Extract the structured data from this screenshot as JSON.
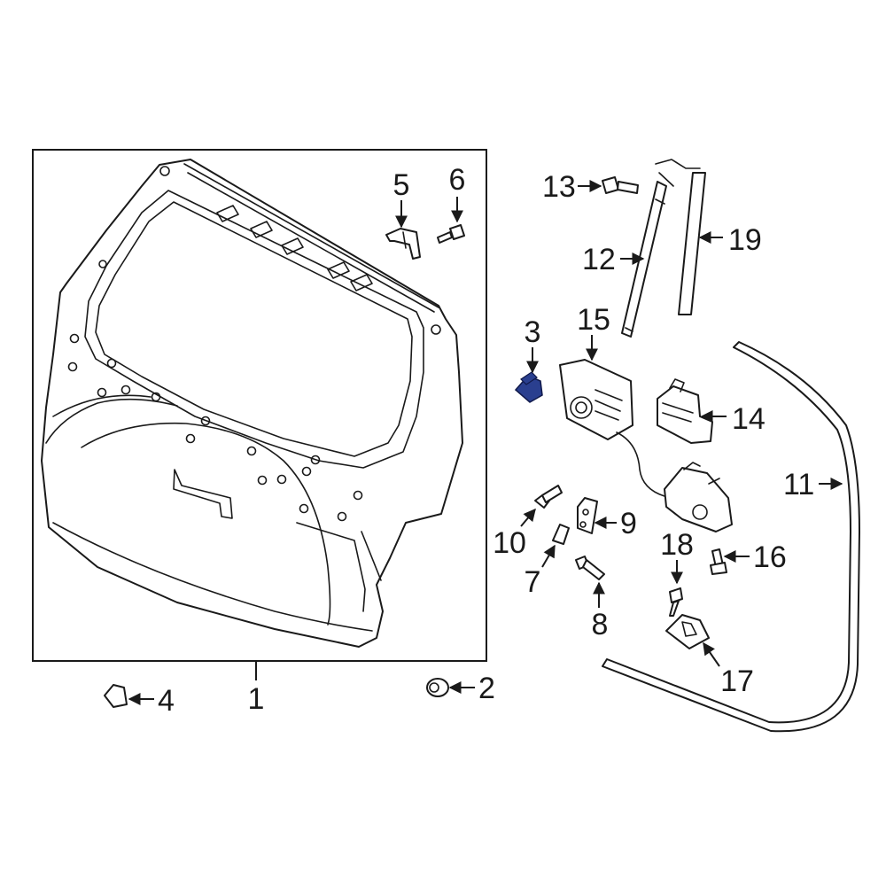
{
  "diagram": {
    "highlight_color": "#2a3f8f",
    "callouts": [
      {
        "id": "1",
        "label": "1"
      },
      {
        "id": "2",
        "label": "2"
      },
      {
        "id": "3",
        "label": "3"
      },
      {
        "id": "4",
        "label": "4"
      },
      {
        "id": "5",
        "label": "5"
      },
      {
        "id": "6",
        "label": "6"
      },
      {
        "id": "7",
        "label": "7"
      },
      {
        "id": "8",
        "label": "8"
      },
      {
        "id": "9",
        "label": "9"
      },
      {
        "id": "10",
        "label": "10"
      },
      {
        "id": "11",
        "label": "11"
      },
      {
        "id": "12",
        "label": "12"
      },
      {
        "id": "13",
        "label": "13"
      },
      {
        "id": "14",
        "label": "14"
      },
      {
        "id": "15",
        "label": "15"
      },
      {
        "id": "16",
        "label": "16"
      },
      {
        "id": "17",
        "label": "17"
      },
      {
        "id": "18",
        "label": "18"
      },
      {
        "id": "19",
        "label": "19"
      }
    ],
    "highlighted_part": "3"
  }
}
